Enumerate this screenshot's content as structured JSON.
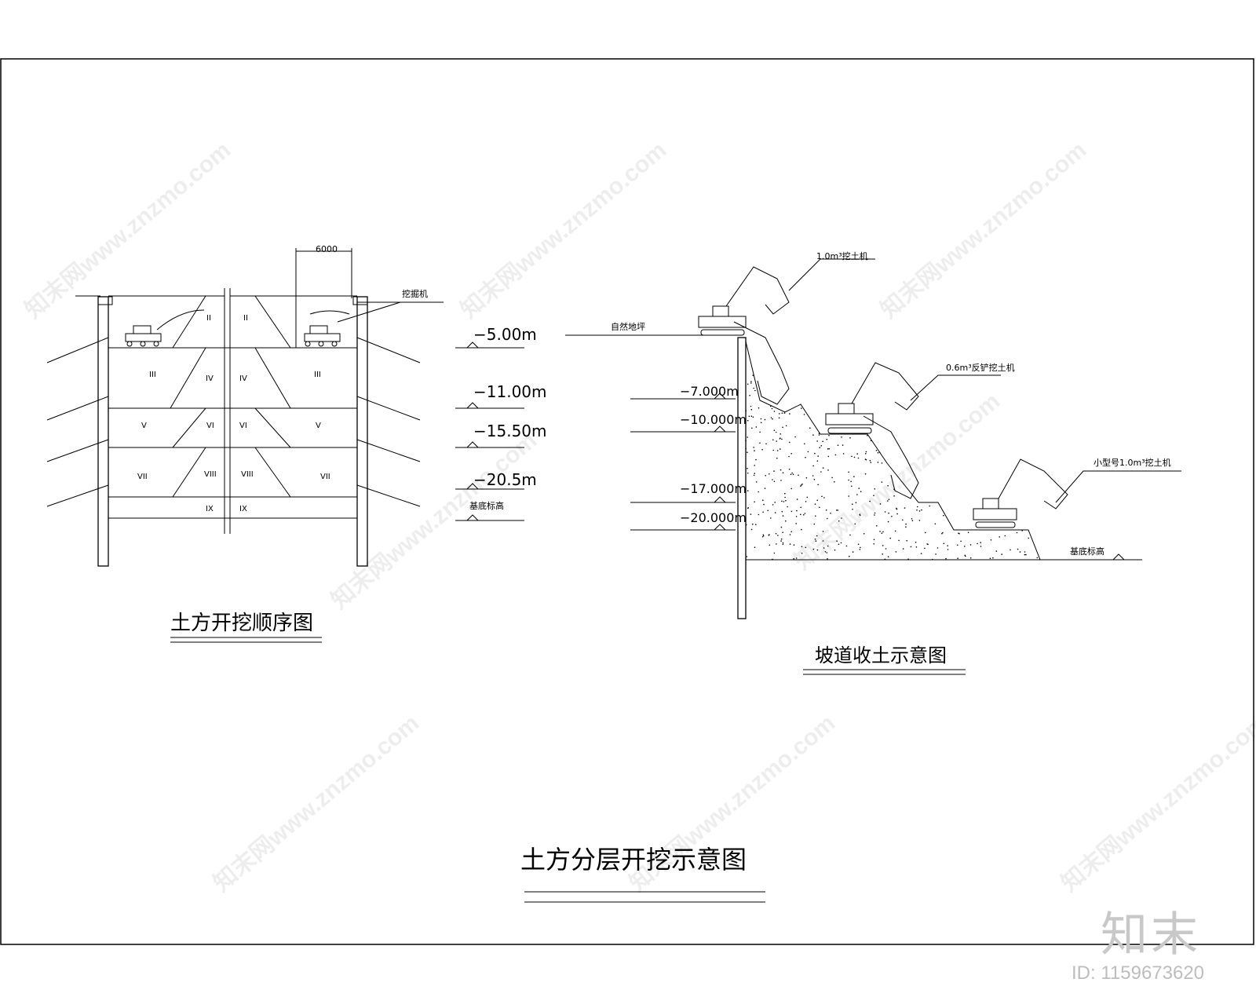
{
  "drawing": {
    "main_title": "土方分层开挖示意图",
    "left_title": "土方开挖顺序图",
    "right_title": "坡道收土示意图"
  },
  "left_section": {
    "dimension": "6000",
    "excavator_label": "挖掘机",
    "zones": [
      "II",
      "II",
      "III",
      "IV",
      "IV",
      "III",
      "V",
      "VI",
      "VI",
      "V",
      "VII",
      "VIII",
      "VIII",
      "VII",
      "IX",
      "IX"
    ],
    "elevations": [
      "−5.00m",
      "−11.00m",
      "−15.50m",
      "−20.5m"
    ],
    "base_label": "基底标高"
  },
  "right_section": {
    "ground_label": "自然地坪",
    "elevations": [
      "−7.000m",
      "−10.000m",
      "−17.000m",
      "−20.000m"
    ],
    "excavator_labels": [
      "1.0m³挖土机",
      "0.6m³反铲挖土机",
      "小型号1.0m³挖土机"
    ],
    "base_label": "基底标高"
  },
  "watermark": {
    "text": "知末网www.znzmo.com",
    "logo": "知末",
    "id": "ID: 1159673620"
  }
}
